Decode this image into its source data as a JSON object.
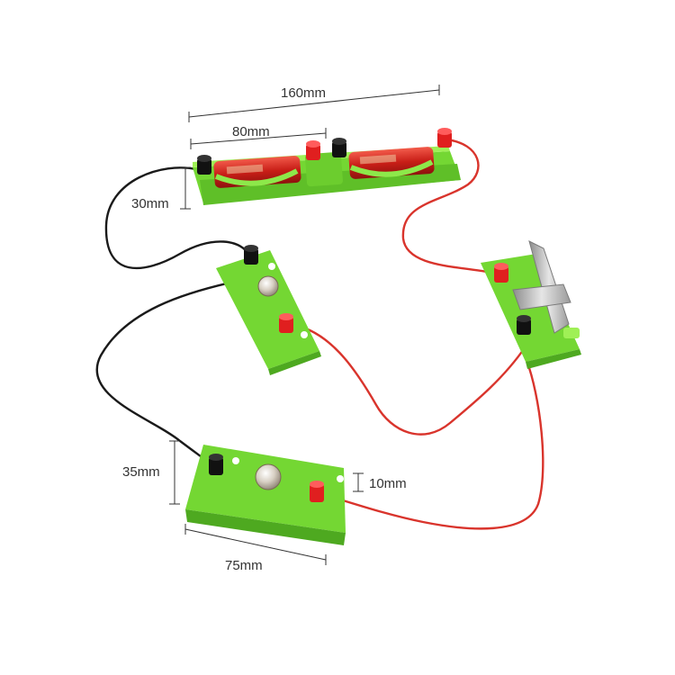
{
  "dimensions": {
    "length_160": "160mm",
    "length_80": "80mm",
    "height_30": "30mm",
    "height_35": "35mm",
    "length_75": "75mm",
    "height_10": "10mm"
  },
  "colors": {
    "board_green": "#7ee23a",
    "wire_red": "#d9342c",
    "wire_black": "#1a1a1a",
    "battery_red": "#d4261e",
    "terminal_red": "#e01f1f",
    "terminal_black": "#111111",
    "metal": "#b8b8b8"
  }
}
